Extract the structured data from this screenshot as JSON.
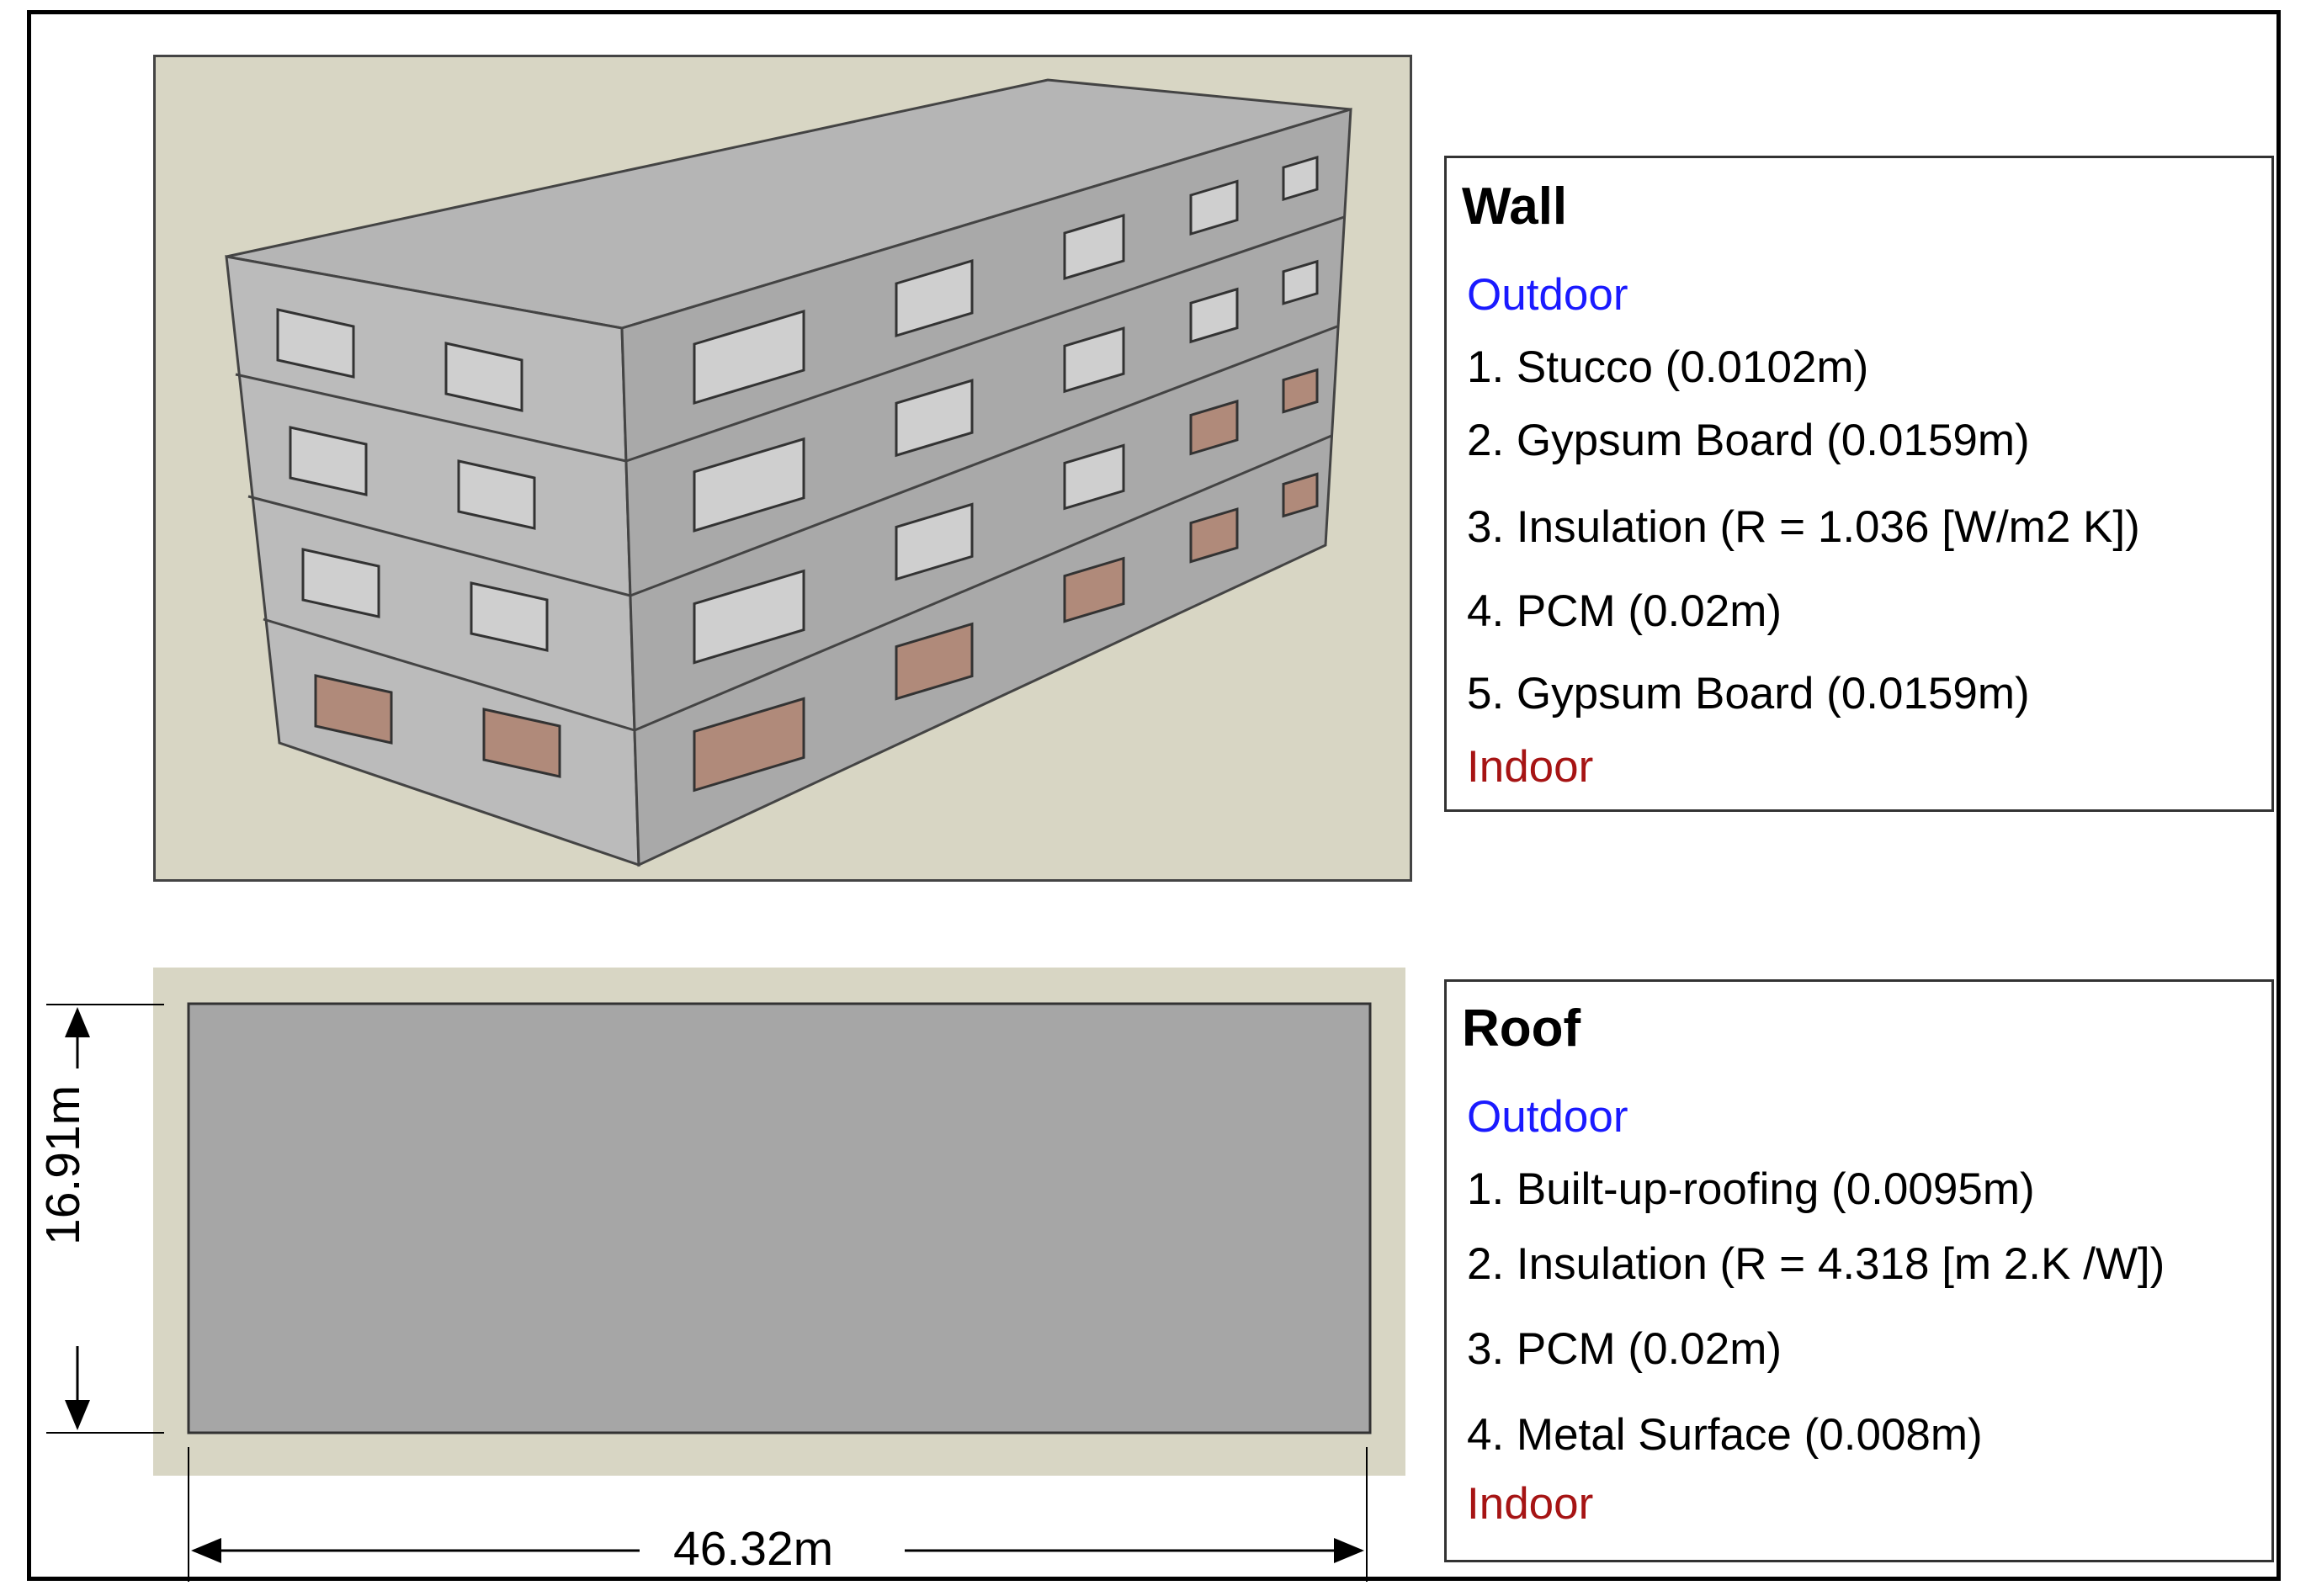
{
  "wall": {
    "title": "Wall",
    "outdoor": "Outdoor",
    "layers": [
      "1. Stucco (0.0102m)",
      "2. Gypsum Board (0.0159m)",
      "3. Insulation (R = 1.036 [W/m2 K])",
      "4. PCM (0.02m)",
      "5. Gypsum Board (0.0159m)"
    ],
    "indoor": "Indoor"
  },
  "roof": {
    "title": "Roof",
    "outdoor": "Outdoor",
    "layers": [
      "1. Built-up-roofing (0.0095m)",
      "2. Insulation (R = 4.318 [m 2.K /W])",
      "3. PCM (0.02m)",
      "4. Metal Surface (0.008m)"
    ],
    "indoor": "Indoor"
  },
  "dimensions": {
    "length": "46.32m",
    "width": "16.91m"
  },
  "colors": {
    "outdoor": "#1a1aff",
    "indoor": "#a61414",
    "background": "#d8d6c4",
    "building": "#b8b8b8"
  }
}
